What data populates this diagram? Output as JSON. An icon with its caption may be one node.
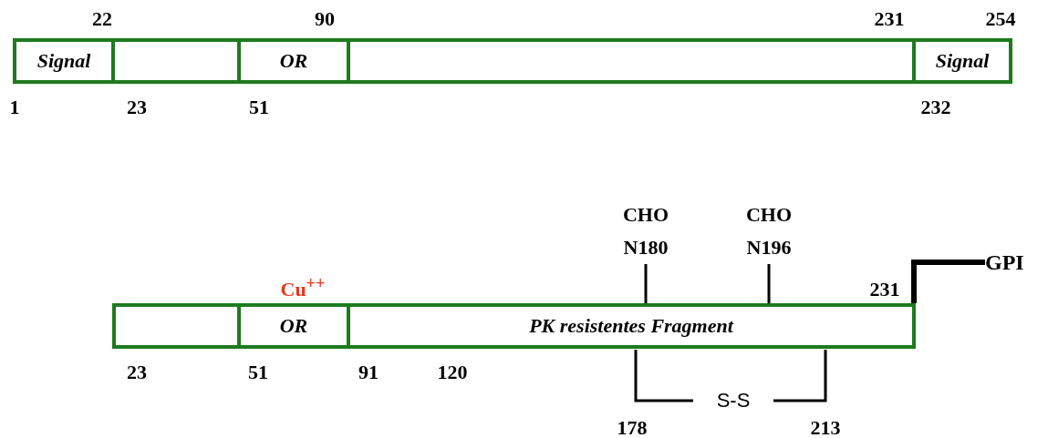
{
  "diagram": {
    "nodes": [
      {
        "text": [
          "Signal"
        ]
      },
      {
        "text": [],
        "shape": "box"
      },
      {
        "text": [
          "OR"
        ]
      },
      {
        "text": [],
        "shape": "box"
      },
      {
        "text": [
          "Signal"
        ]
      },
      {
        "text": [],
        "shape": "box"
      },
      {
        "text": [
          "OR"
        ]
      },
      {
        "text": [
          "PK resistentes Fragment"
        ]
      },
      {
        "text": [
          "CHO N180"
        ]
      },
      {
        "text": [
          "CHO N196"
        ]
      },
      {
        "text": [
          "GPI"
        ]
      }
    ],
    "edges": [
      {
        "from": 8,
        "to": 7,
        "arrow": "none"
      },
      {
        "from": 9,
        "to": 7,
        "arrow": "none"
      },
      {
        "from": 7,
        "to": 10,
        "arrow": "none",
        "style": "thick"
      }
    ],
    "labels": [
      "22",
      "90",
      "231",
      "254",
      "1",
      "23",
      "51",
      "232",
      "Cu$^{++}$",
      "231",
      "23",
      "51",
      "91",
      "120",
      "S-S",
      "178",
      "213"
    ]
  }
}
